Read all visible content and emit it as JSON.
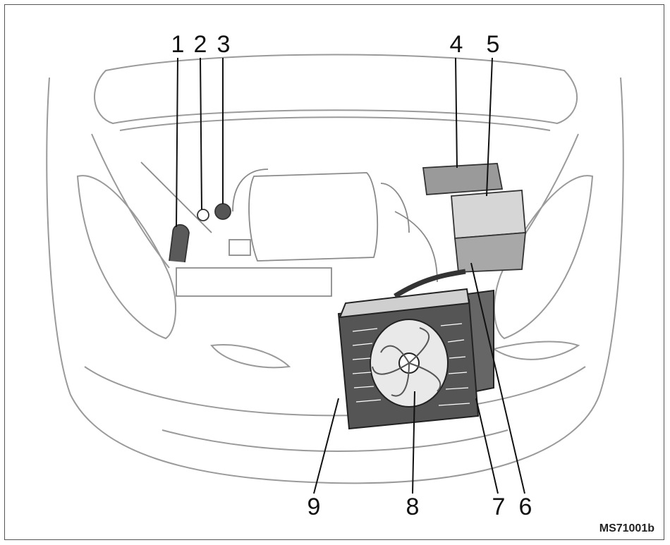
{
  "callouts": [
    {
      "label": "1"
    },
    {
      "label": "2"
    },
    {
      "label": "3"
    },
    {
      "label": "4"
    },
    {
      "label": "5"
    },
    {
      "label": "6"
    },
    {
      "label": "7"
    },
    {
      "label": "8"
    },
    {
      "label": "9"
    }
  ],
  "figure_code": "MS71001b",
  "colors": {
    "outline": "#8a8a8a",
    "dark": "#3a3a3a",
    "fill": "#cfcfcf",
    "line": "#111111"
  }
}
